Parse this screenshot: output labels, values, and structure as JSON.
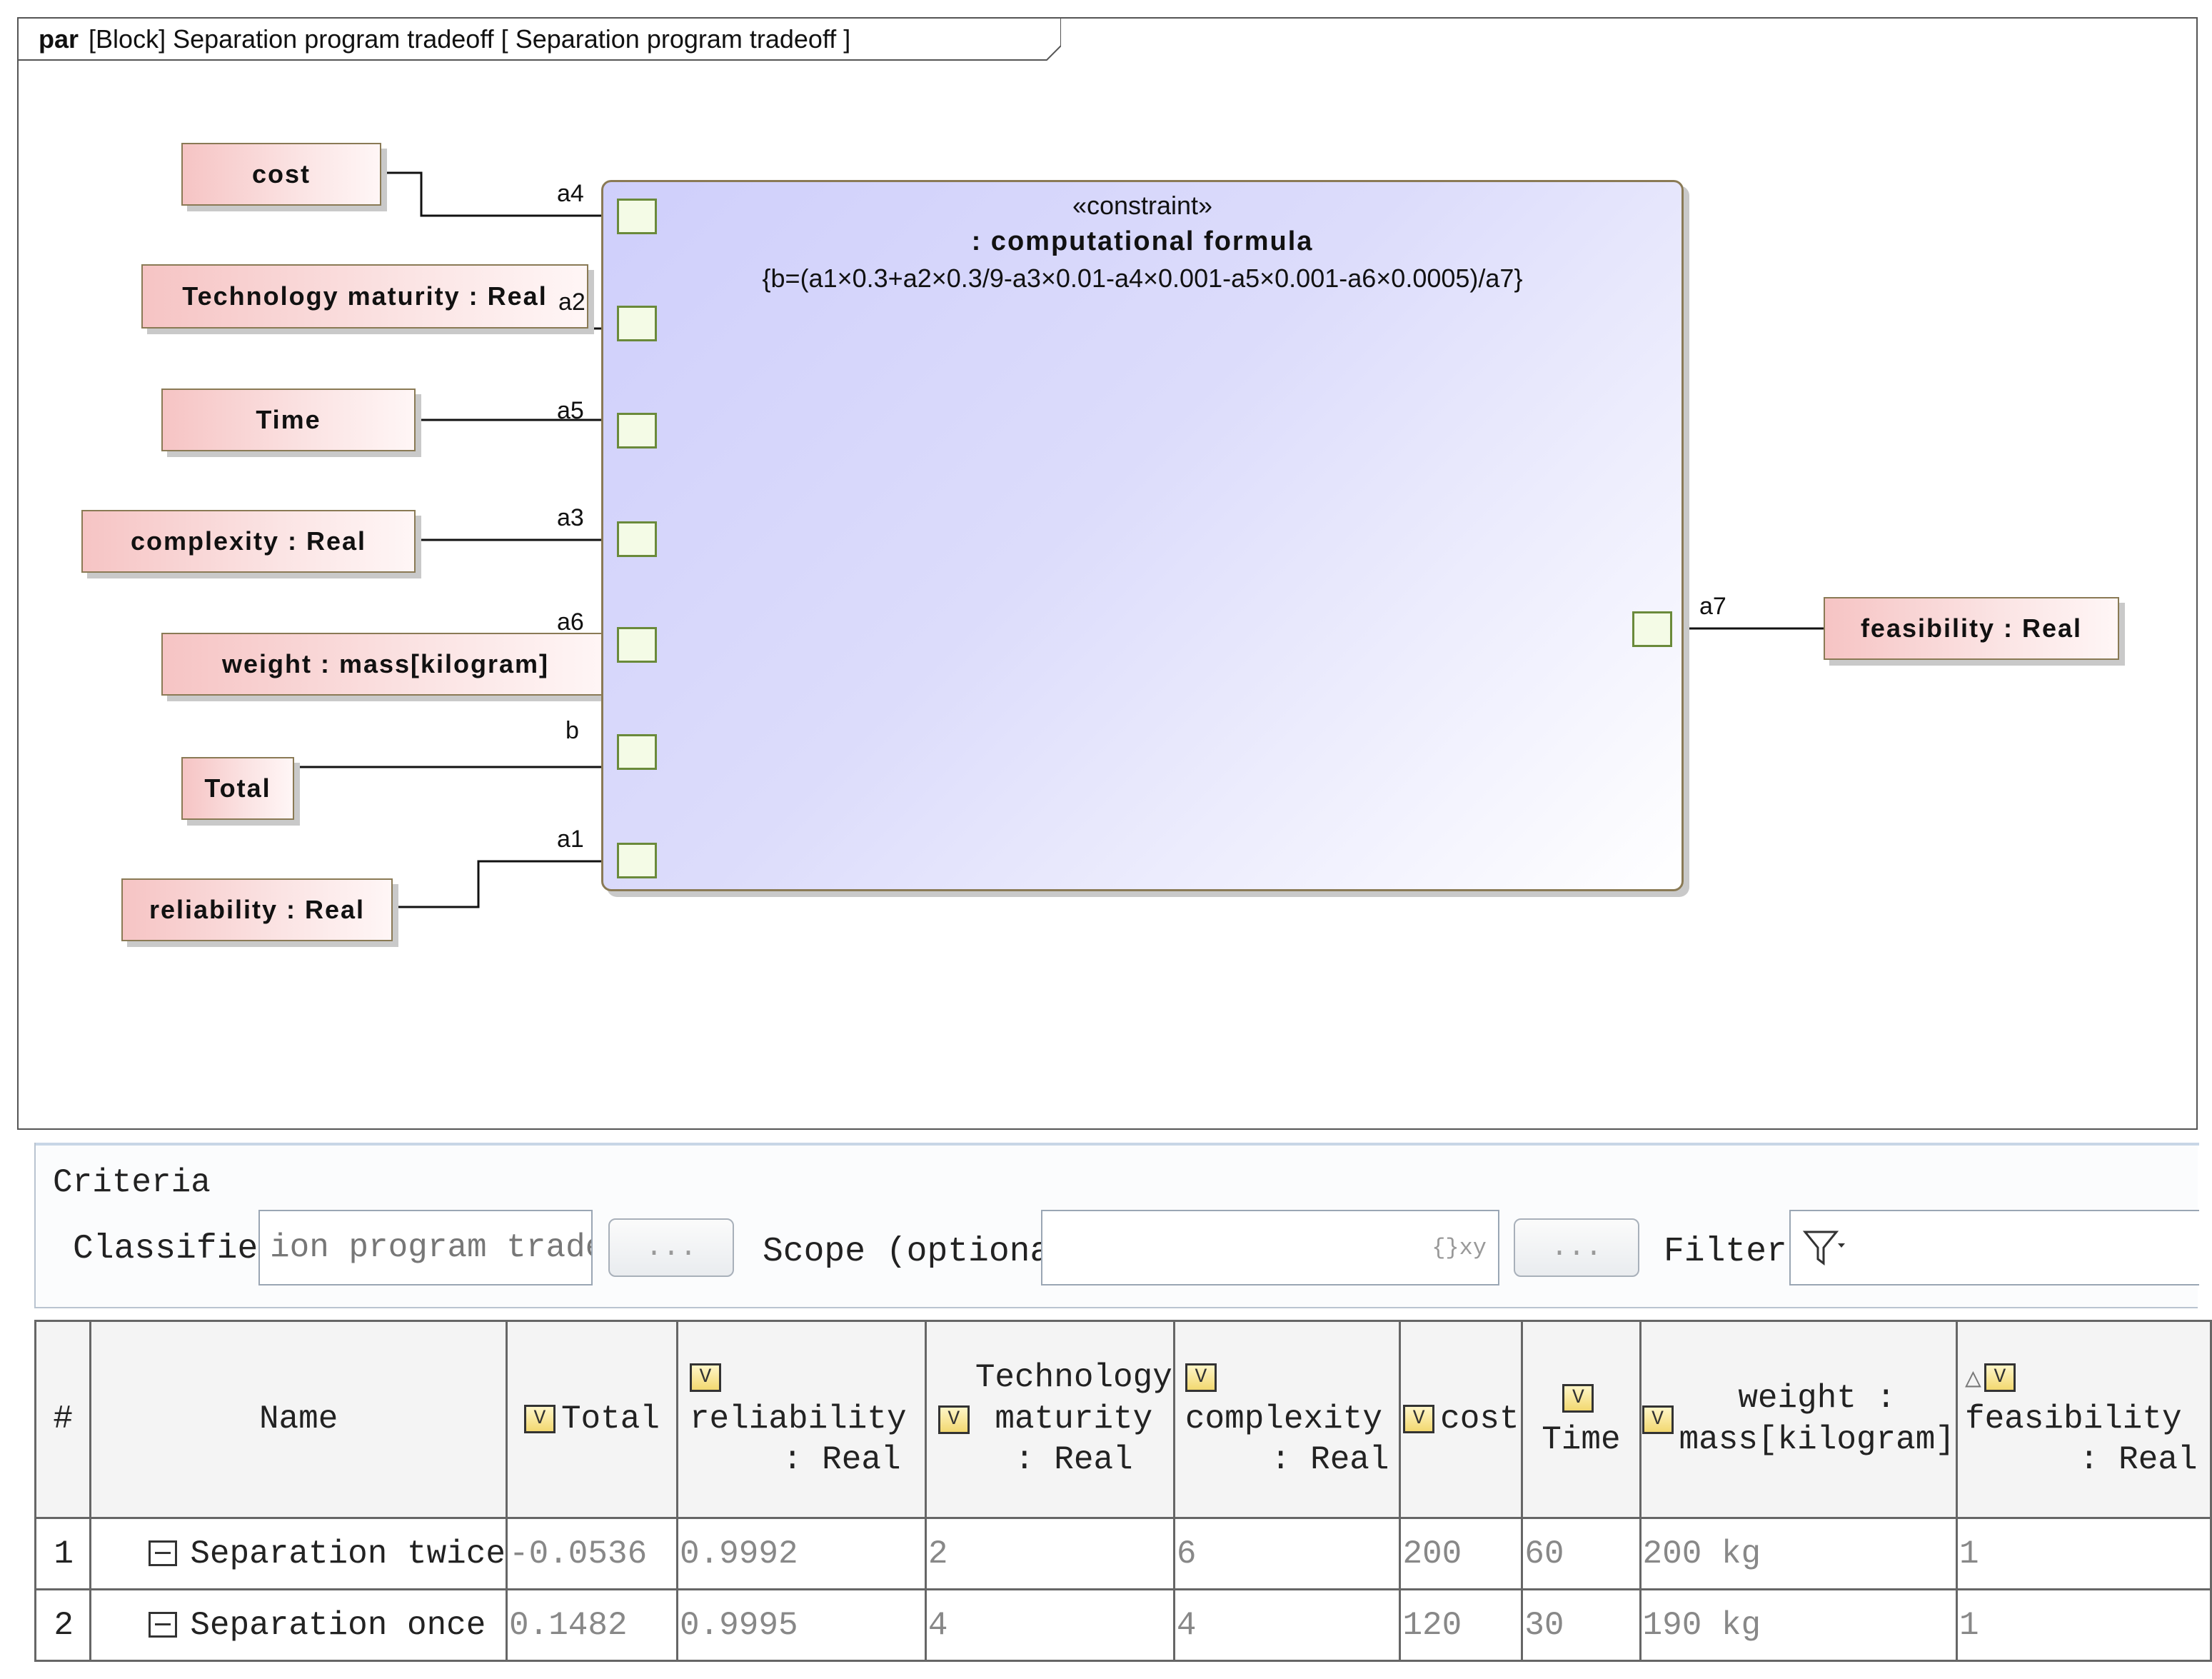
{
  "frame": {
    "kind": "par",
    "title": "[Block] Separation program tradeoff [ Separation program tradeoff ]"
  },
  "value_properties": {
    "cost": "cost",
    "tech": "Technology maturity : Real",
    "time": "Time",
    "complexity": "complexity : Real",
    "weight": "weight : mass[kilogram]",
    "total": "Total",
    "reliability": "reliability : Real",
    "feasibility": "feasibility : Real"
  },
  "constraint": {
    "stereotype": "«constraint»",
    "name": ": computational formula",
    "formula": "{b=(a1×0.3+a2×0.3/9-a3×0.01-a4×0.001-a5×0.001-a6×0.0005)/a7}"
  },
  "ports": {
    "a4": "a4",
    "a2": "a2",
    "a5": "a5",
    "a3": "a3",
    "a6": "a6",
    "b": "b",
    "a1": "a1",
    "a7": "a7"
  },
  "criteria": {
    "title": "Criteria",
    "classifier_label": "Classifier:",
    "classifier_value": "ion program tradeoff",
    "browse_button": "...",
    "scope_label": "Scope (optional):",
    "scope_icon": "{}xy",
    "scope_browse_button": "...",
    "filter_label": "Filter:"
  },
  "table": {
    "headers": {
      "index": "#",
      "name": "Name",
      "total": "Total",
      "reliability_1": "reliability",
      "reliability_2": ": Real",
      "tech_1": "Technology",
      "tech_2": "maturity",
      "tech_3": ": Real",
      "complexity_1": "complexity",
      "complexity_2": ": Real",
      "cost": "cost",
      "time": "Time",
      "weight_1": "weight :",
      "weight_2": "mass[kilogram]",
      "feasibility_1": "feasibility",
      "feasibility_2": ": Real",
      "check": "V",
      "sort": "△"
    },
    "rows": [
      {
        "index": "1",
        "name": "Separation twice",
        "total": "-0.0536",
        "reliability": "0.9992",
        "tech": "2",
        "complexity": "6",
        "cost": "200",
        "time": "60",
        "weight": "200 kg",
        "feasibility": "1"
      },
      {
        "index": "2",
        "name": "Separation once",
        "total": "0.1482",
        "reliability": "0.9995",
        "tech": "4",
        "complexity": "4",
        "cost": "120",
        "time": "30",
        "weight": "190 kg",
        "feasibility": "1"
      }
    ]
  }
}
